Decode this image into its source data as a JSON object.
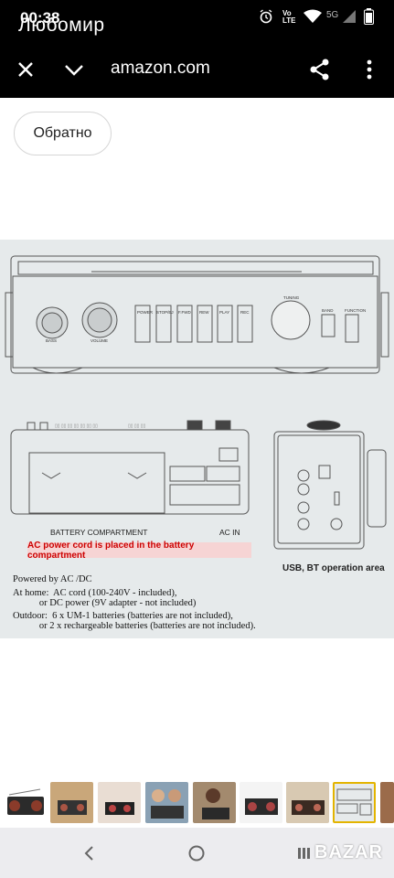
{
  "status_bar": {
    "time": "00:38",
    "sender": "Любомир",
    "network": "5G",
    "volte": "Vo LTE"
  },
  "browser": {
    "url": "amazon.com",
    "close_icon": "close-icon",
    "chevron_icon": "chevron-down-icon",
    "share_icon": "share-icon",
    "menu_icon": "more-vert-icon"
  },
  "back_button": {
    "label": "Обратно"
  },
  "product_image": {
    "knob_labels": [
      "BASS",
      "VOLUME",
      "TUNING"
    ],
    "button_labels": [
      "POWER",
      "STOP/EJ",
      "F.FWD",
      "REW",
      "PLAY",
      "REC"
    ],
    "side_labels": [
      "BAND",
      "FUNCTION"
    ],
    "battery_label": "BATTERY COMPARTMENT",
    "ac_in_label": "AC IN",
    "notice": "AC power cord is placed in the battery compartment",
    "usb_label": "USB, BT operation area",
    "spec_lines": [
      "Powered by AC /DC",
      "At home:  AC cord (100-240V - included),",
      "           or DC power (9V adapter - not included)",
      "Outdoor:  6 x UM-1 batteries (batteries are not included),",
      "           or 2 x rechargeable batteries (batteries are not included)."
    ]
  },
  "thumbnails": {
    "count": 9,
    "selected_index": 7
  },
  "nav": {
    "watermark": "BAZAR"
  }
}
